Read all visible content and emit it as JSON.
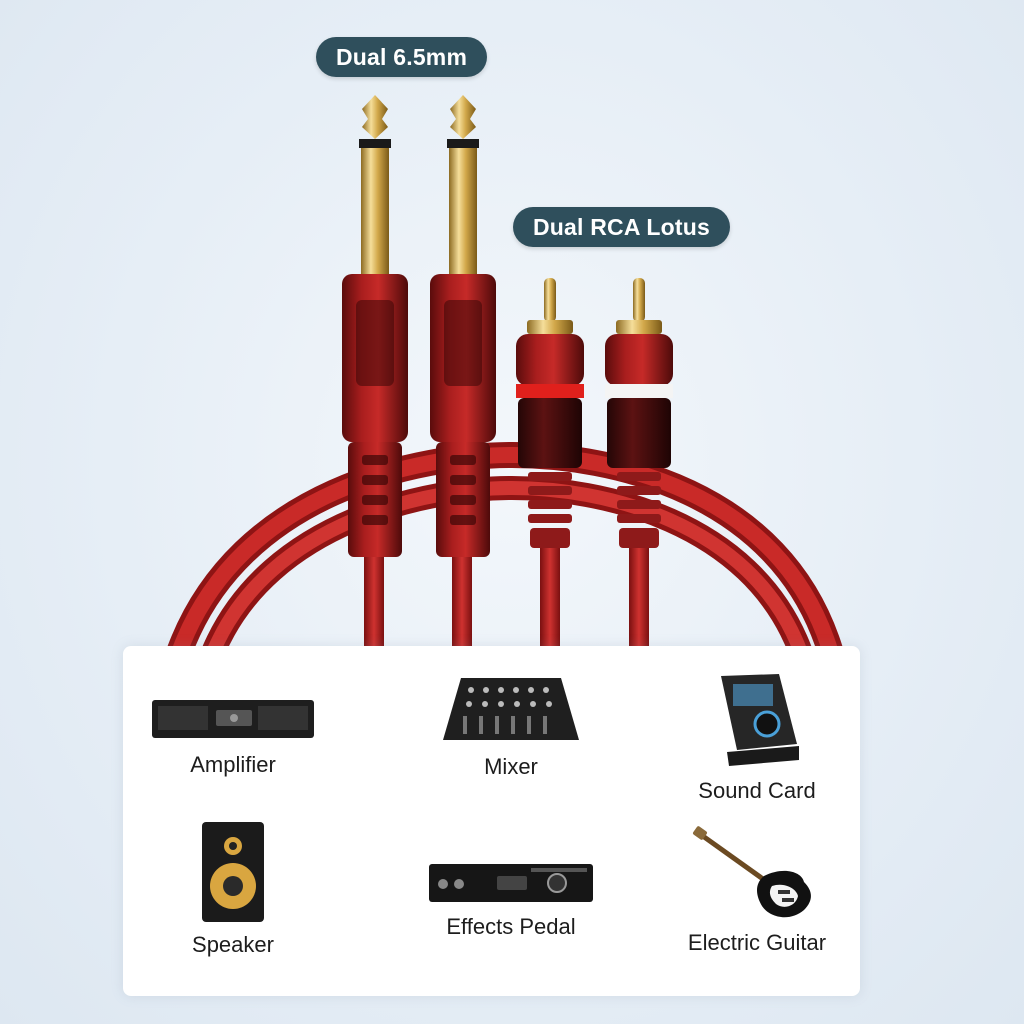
{
  "labels": {
    "plugs_65": "Dual 6.5mm",
    "plugs_rca": "Dual RCA Lotus"
  },
  "devices": [
    {
      "name": "Amplifier",
      "icon": "amplifier-icon"
    },
    {
      "name": "Mixer",
      "icon": "mixer-icon"
    },
    {
      "name": "Sound Card",
      "icon": "sound-card-icon"
    },
    {
      "name": "Speaker",
      "icon": "speaker-icon"
    },
    {
      "name": "Effects Pedal",
      "icon": "effects-pedal-icon"
    },
    {
      "name": "Electric Guitar",
      "icon": "electric-guitar-icon"
    }
  ],
  "colors": {
    "label_bg": "#2f4f5c",
    "cable_red": "#b3201f",
    "connector_gold": "#d7b25c"
  }
}
